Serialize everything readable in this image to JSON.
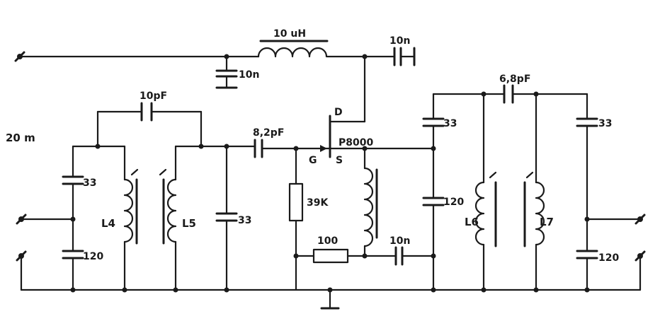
{
  "band_label": "20 m",
  "labels": {
    "inductor_top": "10 uH",
    "cap_top_right": "10n",
    "cap_top_shunt": "10n",
    "cap_coupling_left": "10pF",
    "cap_coupling_right": "6,8pF",
    "cap_gate": "8,2pF",
    "cap_33_left": "33",
    "cap_120_left": "120",
    "cap_33_mid": "33",
    "cap_33_right1": "33",
    "cap_120_right1": "120",
    "cap_33_right2": "33",
    "cap_120_right2": "120",
    "resistor_gate": "39K",
    "resistor_source": "100",
    "cap_source_bypass": "10n",
    "coil_l4": "L4",
    "coil_l5": "L5",
    "coil_l6": "L6",
    "coil_l7": "L7",
    "fet_type": "P8000",
    "fet_drain": "D",
    "fet_gate": "G",
    "fet_source": "S"
  }
}
